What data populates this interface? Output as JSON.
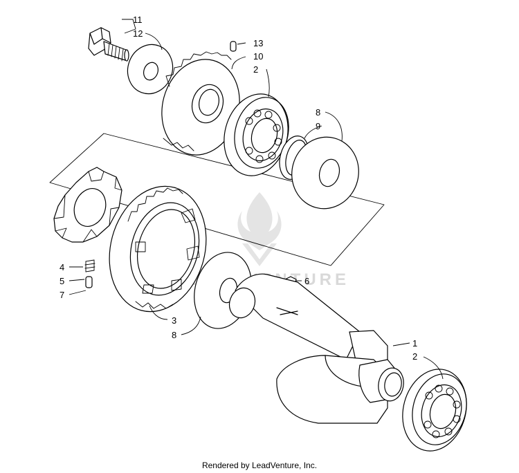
{
  "diagram": {
    "callouts": {
      "c1": "1",
      "c2a": "2",
      "c2b": "2",
      "c3": "3",
      "c4": "4",
      "c5": "5",
      "c6": "6",
      "c7": "7",
      "c8a": "8",
      "c8b": "8",
      "c9": "9",
      "c10": "10",
      "c11": "11",
      "c12": "12",
      "c13": "13"
    },
    "watermark": "LEADVENTURE",
    "footer": "Rendered by LeadVenture, Inc.",
    "line_color": "#000000",
    "watermark_color": "#d9d9d9"
  }
}
